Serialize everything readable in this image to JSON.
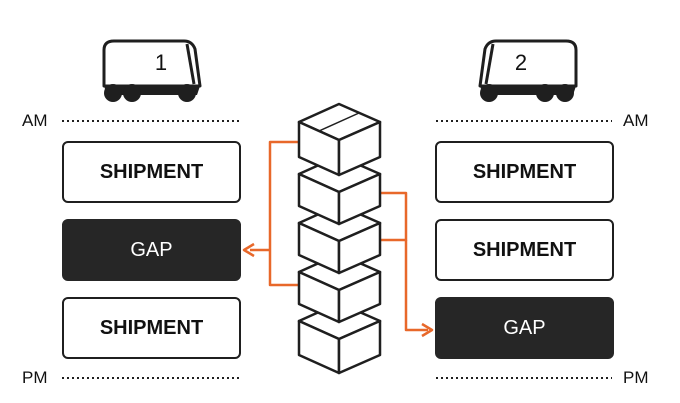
{
  "time_labels": {
    "am": "AM",
    "pm": "PM"
  },
  "vehicles": [
    {
      "number": "1"
    },
    {
      "number": "2"
    }
  ],
  "left_schedule": [
    {
      "label": "SHIPMENT",
      "type": "shipment"
    },
    {
      "label": "GAP",
      "type": "gap"
    },
    {
      "label": "SHIPMENT",
      "type": "shipment"
    }
  ],
  "right_schedule": [
    {
      "label": "SHIPMENT",
      "type": "shipment"
    },
    {
      "label": "SHIPMENT",
      "type": "shipment"
    },
    {
      "label": "GAP",
      "type": "gap"
    }
  ],
  "colors": {
    "arrow": "#e8682a",
    "gap_fill": "#262626",
    "stroke": "#1f1f1f"
  }
}
